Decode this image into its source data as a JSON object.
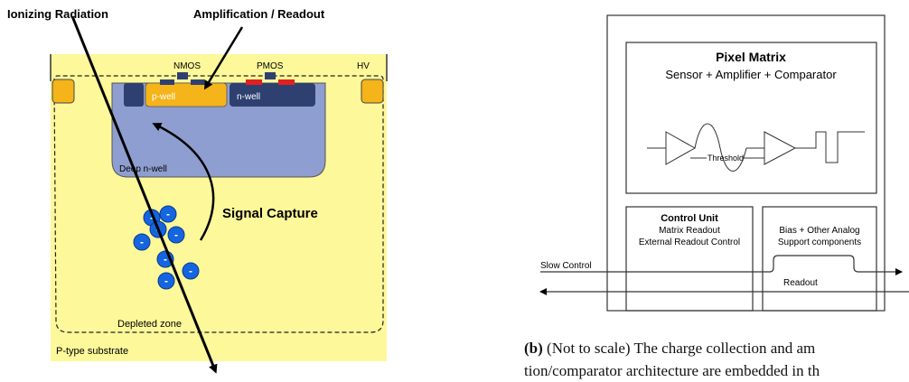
{
  "left_diagram": {
    "title_radiation": "Ionizing Radiation",
    "title_amplification": "Amplification / Readout",
    "nmos": "NMOS",
    "pmos": "PMOS",
    "hv": "HV",
    "p_well": "p-well",
    "n_well": "n-well",
    "deep_n_well": "Deep n-well",
    "signal_capture": "Signal Capture",
    "depleted_zone": "Depleted zone",
    "substrate": "P-type substrate",
    "electron_sign": "-",
    "colors": {
      "substrate": "#fdf89a",
      "deep_well": "#8e9ed0",
      "p_well": "#f4b41a",
      "n_well": "#2e4070",
      "pmos_contact": "#e02020",
      "electron": "#1565e0"
    }
  },
  "right_diagram": {
    "pixel_matrix_title": "Pixel Matrix",
    "pixel_matrix_sub": "Sensor + Amplifier + Comparator",
    "threshold": "Threshold",
    "control_unit_title": "Control Unit",
    "control_unit_line1": "Matrix Readout",
    "control_unit_line2": "External Readout Control",
    "bias_line1": "Bias + Other Analog",
    "bias_line2": "Support components",
    "slow_control": "Slow Control",
    "readout": "Readout"
  },
  "caption": {
    "label": "(b)",
    "line1": " (Not to scale) The charge collection and am",
    "line2": "tion/comparator architecture are embedded in th"
  }
}
